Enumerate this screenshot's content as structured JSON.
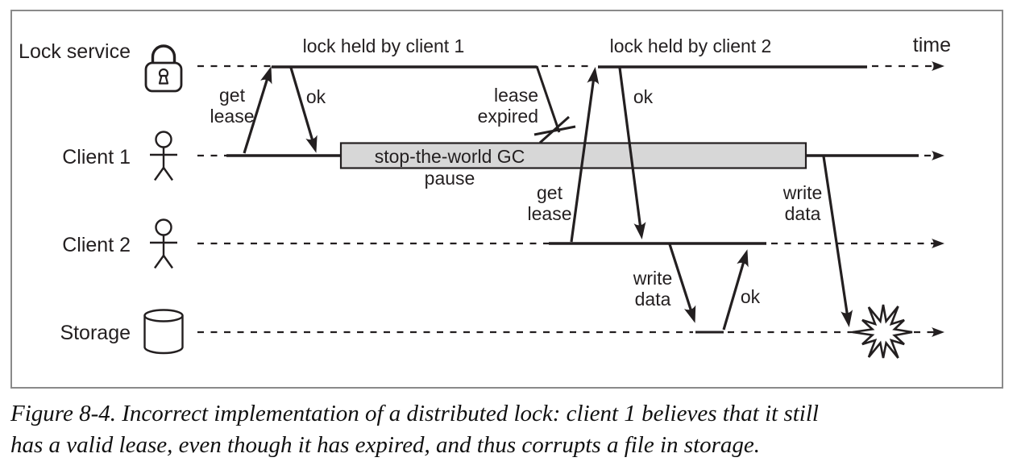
{
  "colors": {
    "ink": "#231f20",
    "gc_box_fill": "#d7d7d7",
    "frame_border": "#8a8a8a",
    "background": "#ffffff"
  },
  "lanes": [
    {
      "label": "Lock service",
      "icon": "padlock-icon"
    },
    {
      "label": "Client 1",
      "icon": "person-icon"
    },
    {
      "label": "Client 2",
      "icon": "person-icon"
    },
    {
      "label": "Storage",
      "icon": "database-icon"
    }
  ],
  "annotations": {
    "lock_held_by_client_1": "lock held by client 1",
    "lock_held_by_client_2": "lock held by client 2",
    "time_label": "time",
    "gc_pause": "stop-the-world GC pause",
    "lease_expired": "lease expired"
  },
  "messages": {
    "get_lease_1": "get lease",
    "ok_1": "ok",
    "get_lease_2": "get lease",
    "ok_2": "ok",
    "write_data_2": "write data",
    "ok_3": "ok",
    "write_data_1": "write data"
  },
  "caption": {
    "line1": "Figure 8-4. Incorrect implementation of a distributed lock: client 1 believes that it still",
    "line2": "has a valid lease, even though it has expired, and thus corrupts a file in storage."
  }
}
